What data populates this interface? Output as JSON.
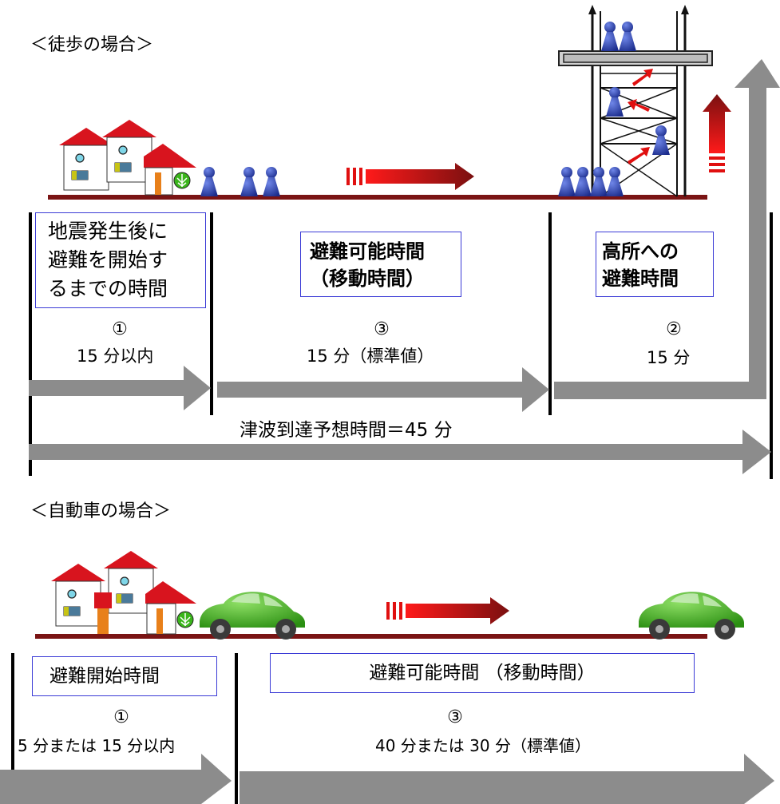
{
  "walking": {
    "heading": "＜徒歩の場合＞",
    "phase1": {
      "box_text": "地震発生後に\n避難を開始す\nるまでの時間",
      "num": "①",
      "duration": "15 分以内"
    },
    "phase3": {
      "box_text": "避難可能時間\n（移動時間）",
      "num": "③",
      "duration": "15 分（標準値）"
    },
    "phase2": {
      "box_text": "高所への\n避難時間",
      "num": "②",
      "duration": "15 分"
    },
    "total_label": "津波到達予想時間＝45 分"
  },
  "car": {
    "heading": "＜自動車の場合＞",
    "phase1": {
      "box_text": "避難開始時間",
      "num": "①",
      "duration": "5 分または 15 分以内"
    },
    "phase3": {
      "box_text": "避難可能時間 （移動時間）",
      "num": "③",
      "duration": "40 分または 30 分（標準値）"
    }
  },
  "colors": {
    "ground": "#7a1414",
    "arrow_gray": "#8c8c8c",
    "box_border": "#3b3bd6",
    "person_blue": "#2a3fa8",
    "car_green": "#39b01e",
    "roof_red": "#d8141e",
    "motion_arrow_red": "#e01010"
  }
}
